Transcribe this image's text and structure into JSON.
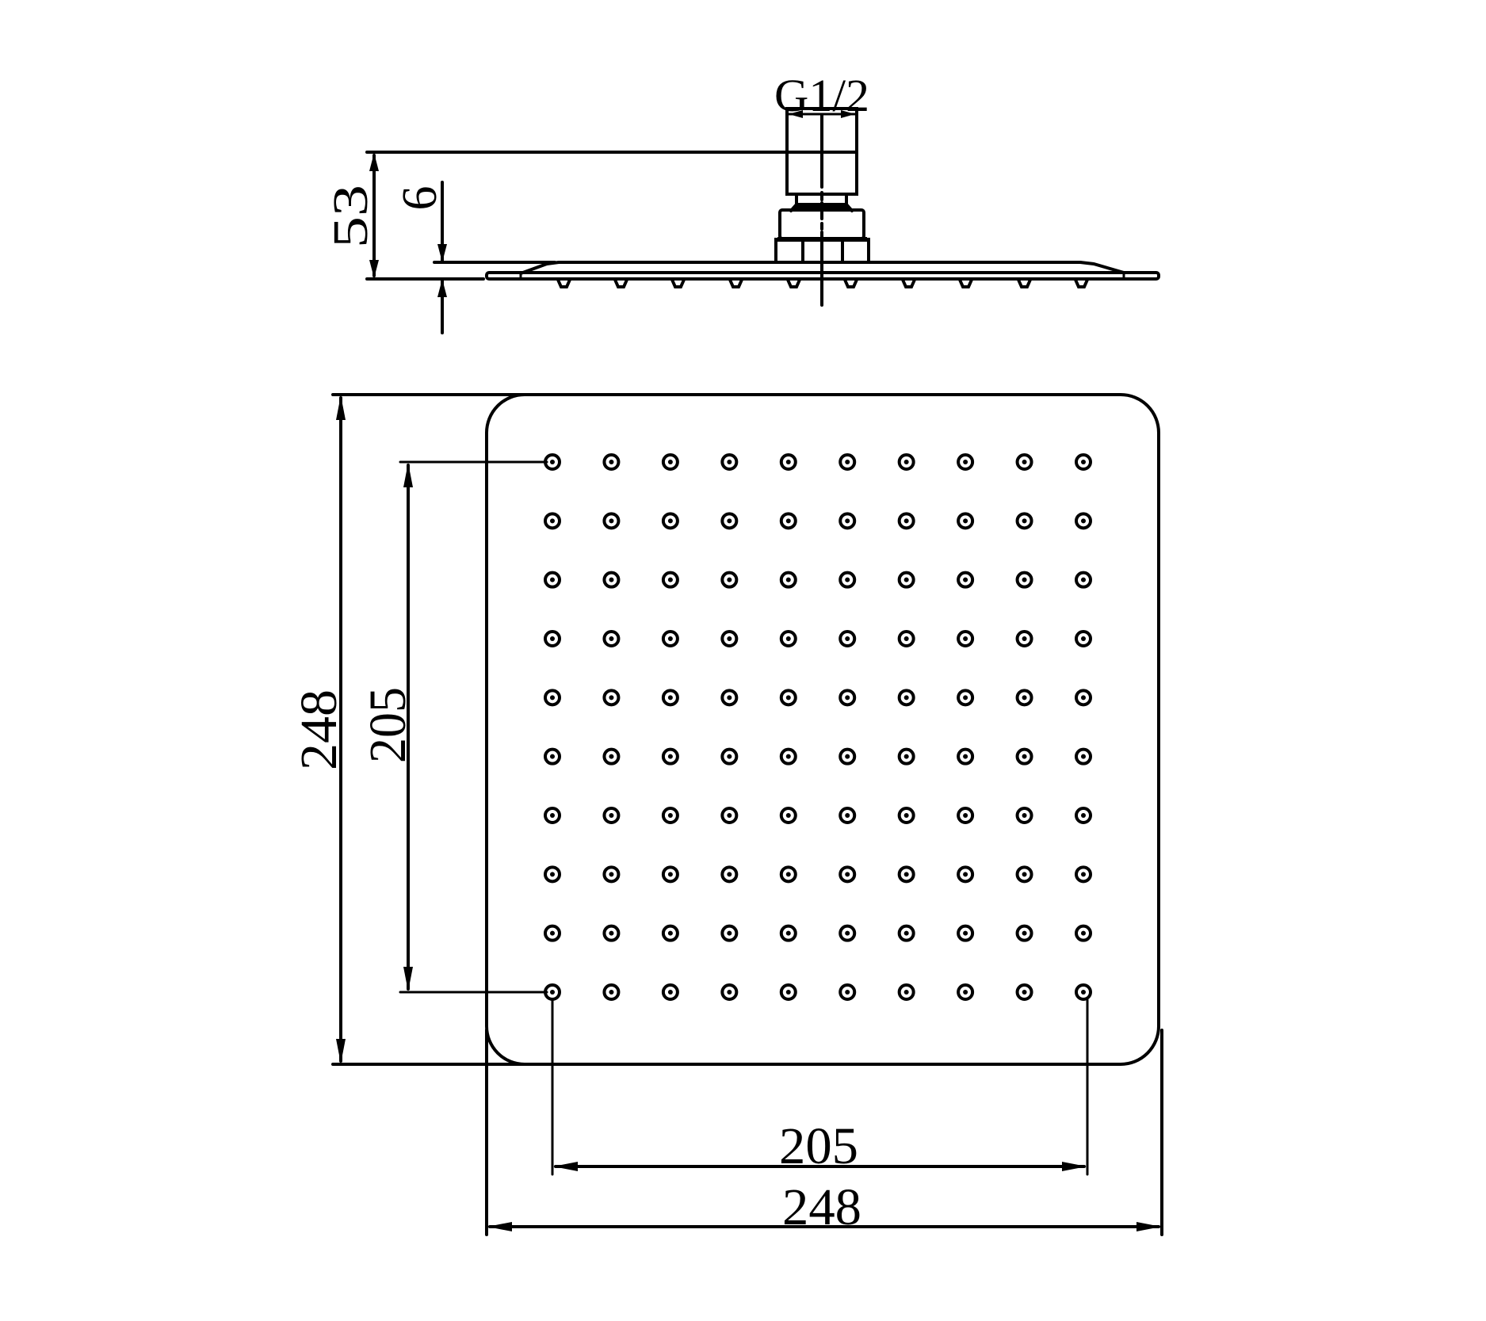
{
  "drawing": {
    "subject": "Square shower head technical drawing",
    "colors": {
      "line": "#000000",
      "background": "#ffffff"
    },
    "side_view": {
      "connection_label": "G1/2",
      "overall_height_label": "53",
      "plate_thickness_label": "6",
      "nozzle_count_visible": 10
    },
    "top_view": {
      "overall_height_label": "248",
      "nozzle_pitch_height_label": "205",
      "nozzle_pitch_width_label": "205",
      "overall_width_label": "248",
      "nozzle_grid": {
        "rows": 10,
        "cols": 10
      }
    }
  }
}
